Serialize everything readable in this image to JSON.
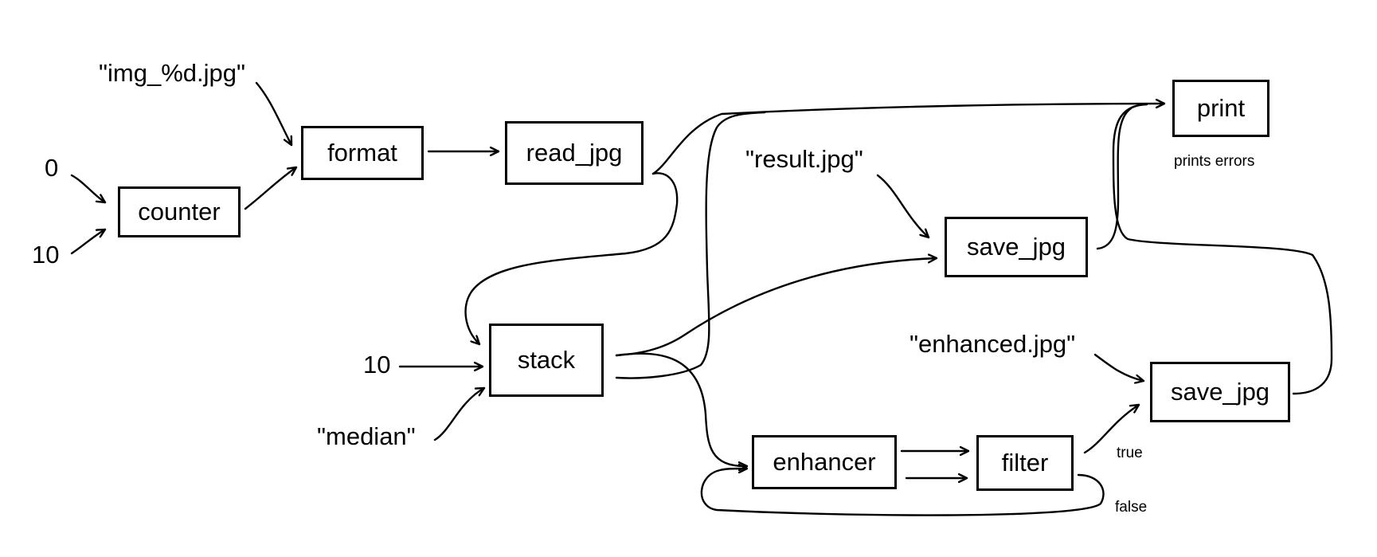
{
  "nodes": {
    "counter": "counter",
    "format": "format",
    "read_jpg": "read_jpg",
    "stack": "stack",
    "save_jpg_result": "save_jpg",
    "print": "print",
    "enhancer": "enhancer",
    "filter": "filter",
    "save_jpg_enhanced": "save_jpg"
  },
  "inputs": {
    "counter_start": "0",
    "counter_end": "10",
    "format_pattern": "\"img_%d.jpg\"",
    "stack_count": "10",
    "stack_mode": "\"median\"",
    "result_filename": "\"result.jpg\"",
    "enhanced_filename": "\"enhanced.jpg\""
  },
  "annotations": {
    "print_note": "prints errors",
    "filter_true": "true",
    "filter_false": "false"
  }
}
